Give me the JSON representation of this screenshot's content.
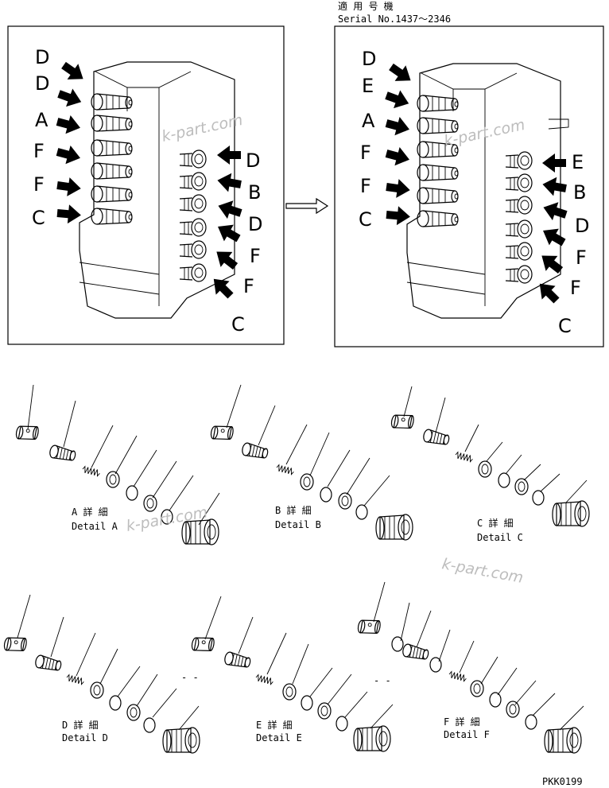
{
  "header": {
    "applicable_label": "適 用 号 機",
    "serial_label": "Serial No.1437～2346"
  },
  "left_view": {
    "left_labels": [
      "D",
      "D",
      "A",
      "F",
      "F",
      "C"
    ],
    "right_labels": [
      "D",
      "B",
      "D",
      "F",
      "F",
      "C"
    ]
  },
  "right_view": {
    "left_labels": [
      "D",
      "E",
      "A",
      "F",
      "F",
      "C"
    ],
    "right_labels": [
      "E",
      "B",
      "D",
      "F",
      "F",
      "C"
    ]
  },
  "details": [
    {
      "jp": "A 詳 細",
      "en": "Detail A"
    },
    {
      "jp": "B 詳 細",
      "en": "Detail B"
    },
    {
      "jp": "C 詳 細",
      "en": "Detail C"
    },
    {
      "jp": "D 詳 細",
      "en": "Detail D"
    },
    {
      "jp": "E 詳 細",
      "en": "Detail E"
    },
    {
      "jp": "F 詳 細",
      "en": "Detail F"
    }
  ],
  "watermark": "k-part.com",
  "drawing_code": "PKK0199"
}
